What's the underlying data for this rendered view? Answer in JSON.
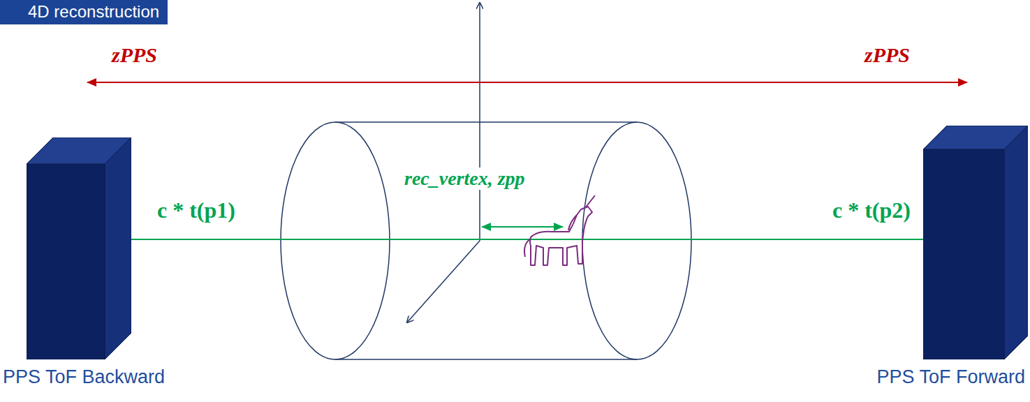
{
  "diagram": {
    "title": "4D reconstruction",
    "nodes": [
      {
        "text": [
          "PPS ToF Backward"
        ]
      },
      {
        "text": [
          "PPS ToF Forward"
        ]
      }
    ],
    "labels": [
      "zPPS",
      "zPPS",
      "rec_vertex, zpp",
      "c * t(p1)",
      "c * t(p2)"
    ]
  }
}
